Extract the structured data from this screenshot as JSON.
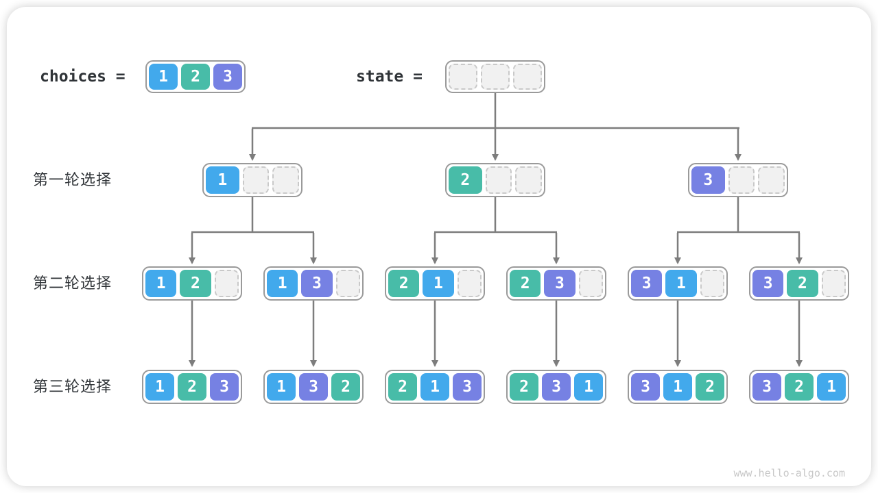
{
  "colors": {
    "cell1": "#42A9EC",
    "cell2": "#48BCA8",
    "cell3": "#7681E3",
    "empty_fill": "#F1F1F1",
    "empty_border": "#C9C9C9",
    "box_border": "#9A9A9A",
    "connector": "#7D7D7D",
    "label_text": "#2F3337",
    "watermark_text": "#C8C8C8"
  },
  "header": {
    "choices_label": "choices",
    "choices_equals": "=",
    "choices": [
      "1",
      "2",
      "3"
    ],
    "state_label": "state",
    "state_equals": "=",
    "state": [
      "",
      "",
      ""
    ]
  },
  "rows": [
    {
      "label": "第一轮选择",
      "nodes": [
        [
          "1",
          "",
          ""
        ],
        [
          "2",
          "",
          ""
        ],
        [
          "3",
          "",
          ""
        ]
      ]
    },
    {
      "label": "第二轮选择",
      "nodes": [
        [
          "1",
          "2",
          ""
        ],
        [
          "1",
          "3",
          ""
        ],
        [
          "2",
          "1",
          ""
        ],
        [
          "2",
          "3",
          ""
        ],
        [
          "3",
          "1",
          ""
        ],
        [
          "3",
          "2",
          ""
        ]
      ]
    },
    {
      "label": "第三轮选择",
      "nodes": [
        [
          "1",
          "2",
          "3"
        ],
        [
          "1",
          "3",
          "2"
        ],
        [
          "2",
          "1",
          "3"
        ],
        [
          "2",
          "3",
          "1"
        ],
        [
          "3",
          "1",
          "2"
        ],
        [
          "3",
          "2",
          "1"
        ]
      ]
    }
  ],
  "footer": {
    "watermark": "www.hello-algo.com"
  }
}
